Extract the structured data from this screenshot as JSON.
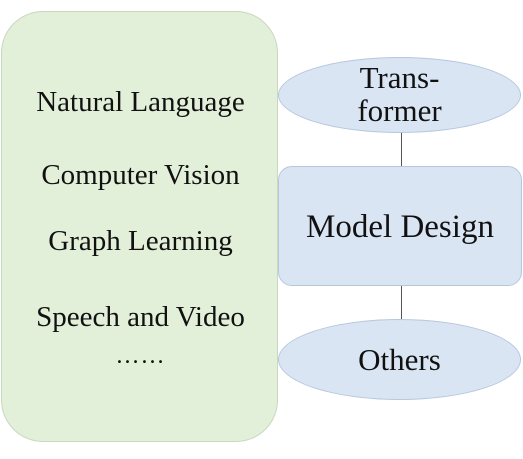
{
  "application_domains": {
    "items": [
      "Natural Language",
      "Computer Vision",
      "Graph Learning",
      "Speech and Video"
    ],
    "more": "……"
  },
  "model_design": {
    "label": "Model Design",
    "top_node": {
      "line1": "Trans-",
      "line2": "former"
    },
    "bottom_node": {
      "label": "Others"
    }
  },
  "colors": {
    "domains_fill": "#e2efd9",
    "design_fill": "#dae5f3",
    "connector": "#555555"
  }
}
